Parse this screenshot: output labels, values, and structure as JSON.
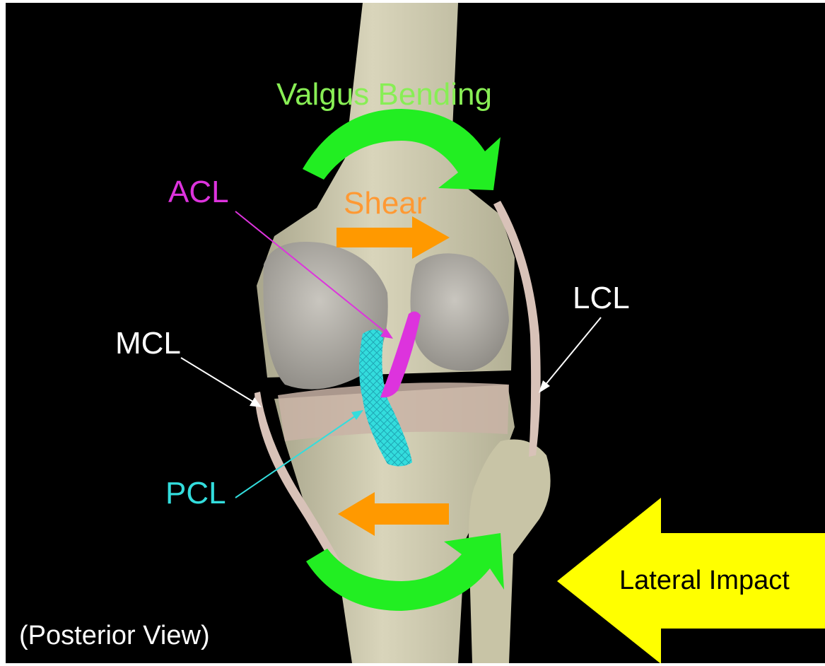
{
  "labels": {
    "valgus_bending": "Valgus Bending",
    "acl": "ACL",
    "shear": "Shear",
    "lcl": "LCL",
    "mcl": "MCL",
    "pcl": "PCL",
    "lateral_impact": "Lateral Impact",
    "view": "(Posterior View)"
  },
  "colors": {
    "background": "#000000",
    "bone": "#cdc9ad",
    "valgus_arrow": "#22ee22",
    "shear_arrow": "#ff9900",
    "acl": "#dd33dd",
    "pcl": "#33dddd",
    "ligament_label": "#ffffff",
    "impact_arrow": "#ffff00"
  },
  "icons": {
    "valgus_top": "curved-arrow-right-icon",
    "valgus_bottom": "curved-arrow-left-icon",
    "shear_top": "arrow-right-icon",
    "shear_bottom": "arrow-left-icon",
    "impact": "arrow-left-icon"
  }
}
